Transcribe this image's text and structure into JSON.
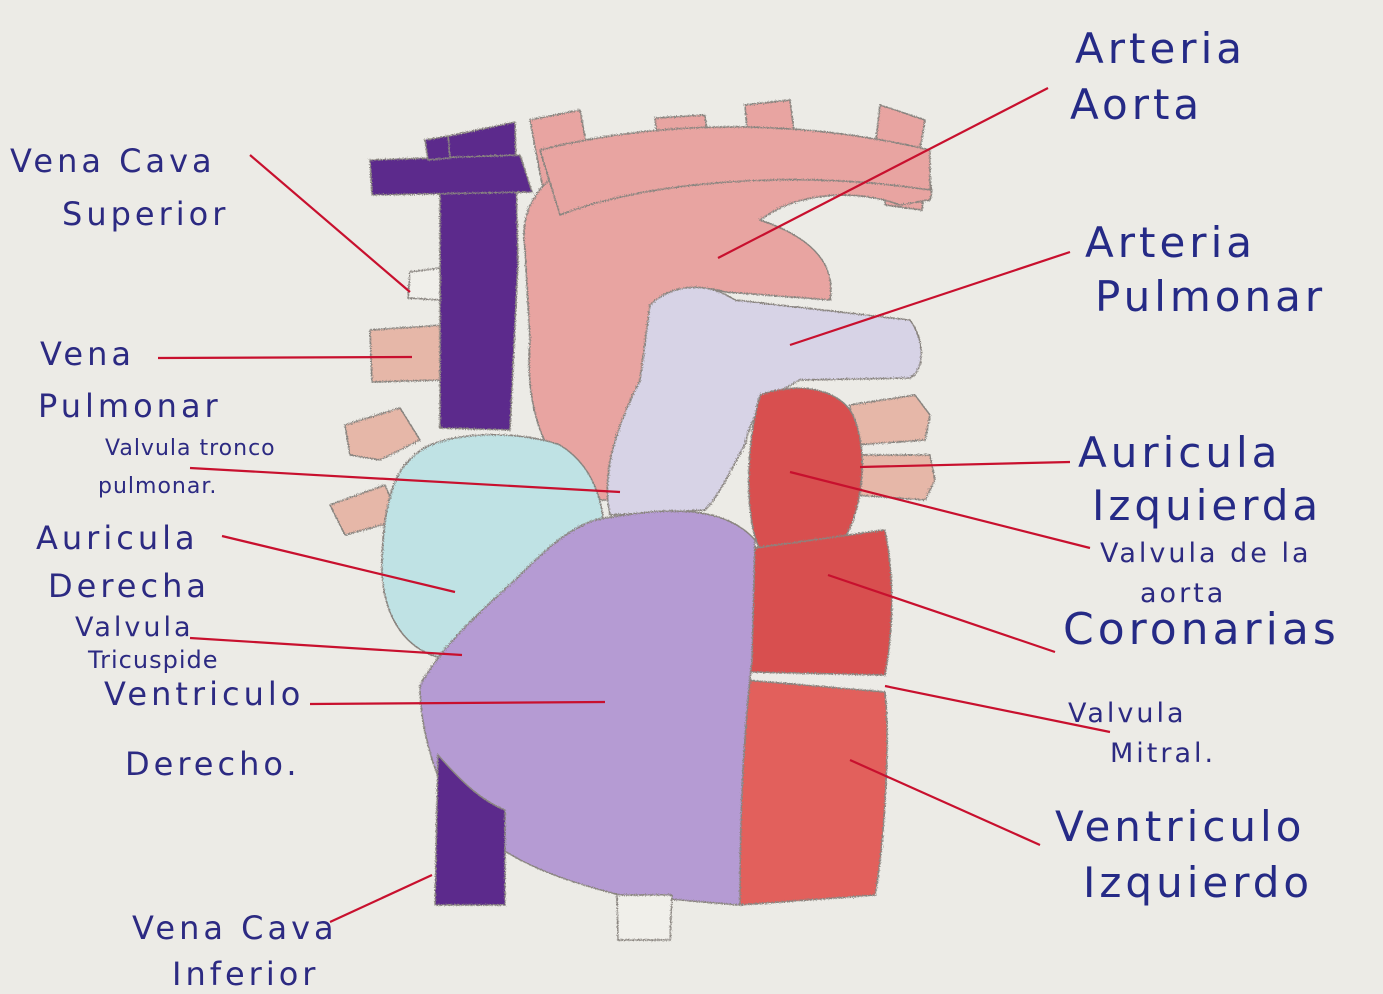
{
  "colors": {
    "paper": "#ecebe6",
    "aorta": "#e8a4a1",
    "pulmonary_artery": "#d7d3e6",
    "vena_cava": "#5b2b8c",
    "right_atrium": "#bfe2e4",
    "right_ventricle": "#b59bd3",
    "left_atrium": "#d8504f",
    "left_ventricle": "#e2605c",
    "pulmonary_vein": "#e6b7a8",
    "leader_line": "#c8102e",
    "ink": "#2c2a82"
  },
  "labels": {
    "aorta": [
      "Arteria",
      "Aorta"
    ],
    "vena_cava_superior": [
      "Vena Cava",
      "Superior"
    ],
    "pulmonary_artery": [
      "Arteria",
      "Pulmonar"
    ],
    "pulmonary_vein": [
      "Vena",
      "Pulmonar"
    ],
    "pulmonary_valve": [
      "Valvula tronco",
      "pulmonar."
    ],
    "left_atrium": [
      "Auricula",
      "Izquierda"
    ],
    "aortic_valve": [
      "Valvula de la",
      "aorta"
    ],
    "right_atrium": [
      "Auricula",
      "Derecha"
    ],
    "coronaries": "Coronarias",
    "tricuspid_valve": [
      "Valvula",
      "Tricuspide"
    ],
    "right_ventricle": [
      "Ventriculo",
      "Derecho."
    ],
    "mitral_valve": [
      "Valvula",
      "Mitral."
    ],
    "left_ventricle": [
      "Ventriculo",
      "Izquierdo"
    ],
    "vena_cava_inferior": [
      "Vena Cava",
      "Inferior"
    ]
  }
}
